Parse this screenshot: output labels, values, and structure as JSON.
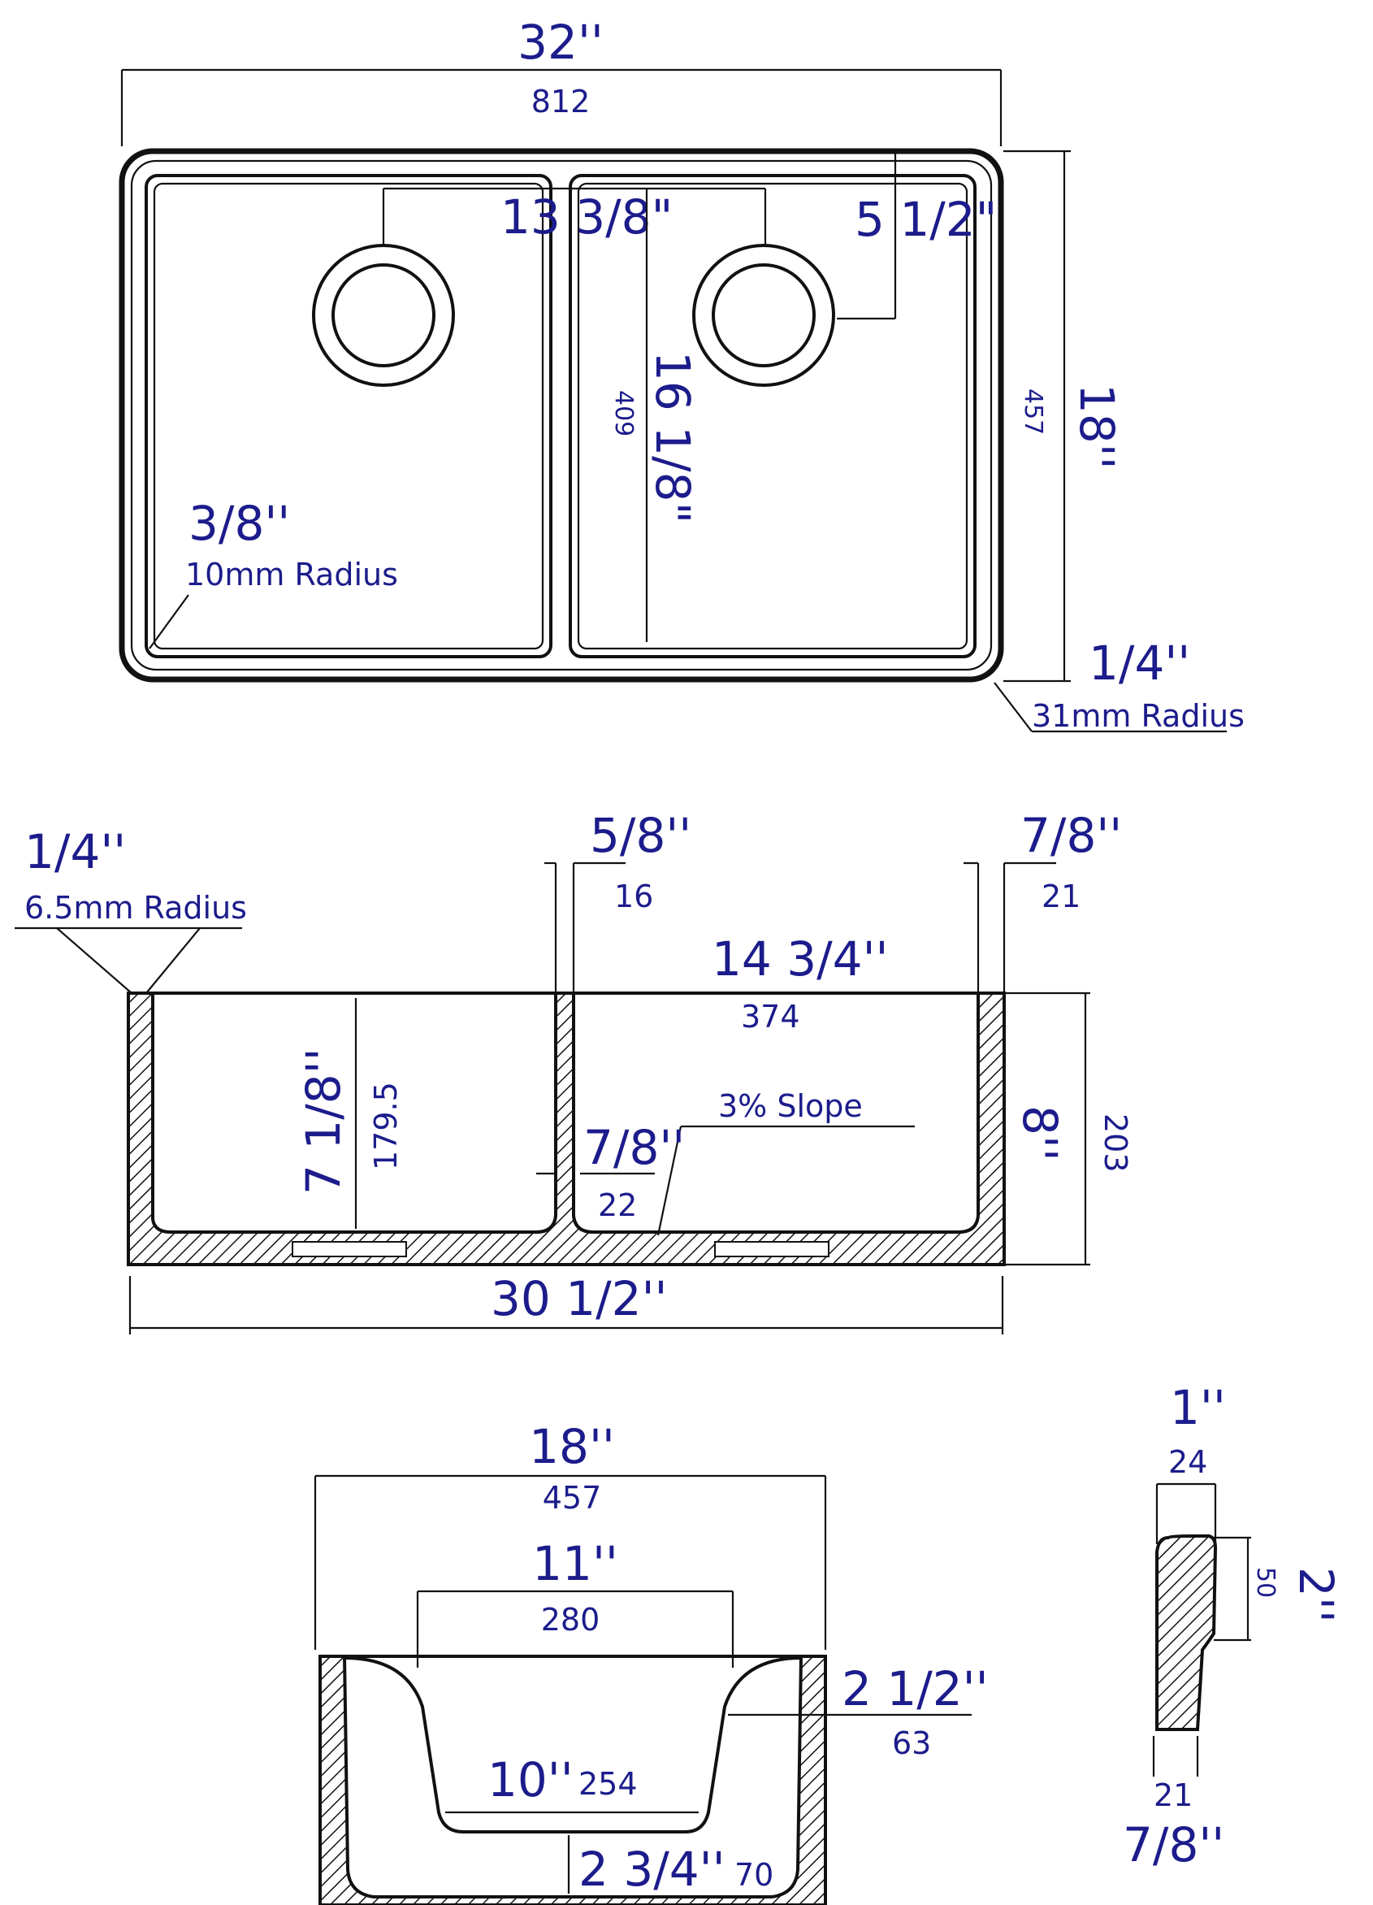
{
  "top_view": {
    "overall_width_in": "32''",
    "overall_width_mm": "812",
    "drain_spacing": "13 3/8\"",
    "drain_offset": "5 1/2\"",
    "basin_depth_in": "16 1/8\"",
    "basin_depth_mm": "409",
    "overall_depth_in": "18''",
    "overall_depth_mm": "457",
    "inner_radius_in": "3/8''",
    "inner_radius_mm": "10mm Radius",
    "outer_radius_in": "1/4''",
    "outer_radius_mm": "31mm Radius"
  },
  "front_section": {
    "top_radius_in": "1/4''",
    "top_radius_mm": "6.5mm Radius",
    "divider_in": "5/8''",
    "divider_mm": "16",
    "side_wall_in": "7/8''",
    "side_wall_mm": "21",
    "basin_width_in": "14 3/4''",
    "basin_width_mm": "374",
    "basin_height_in": "7 1/8''",
    "basin_height_mm": "179.5",
    "slope_label": "3% Slope",
    "bottom_thickness_in": "7/8''",
    "bottom_thickness_mm": "22",
    "overall_height_in": "8''",
    "overall_height_mm": "203",
    "overall_width_in": "30 1/2''"
  },
  "side_section": {
    "overall_in": "18''",
    "overall_mm": "457",
    "top_opening_in": "11''",
    "top_opening_mm": "280",
    "side_offset_in": "2 1/2''",
    "side_offset_mm": "63",
    "bottom_width_in": "10''",
    "bottom_width_mm": "254",
    "bottom_height_in": "2 3/4''",
    "bottom_height_mm": "70"
  },
  "rim_detail": {
    "top_in": "1''",
    "top_mm": "24",
    "height_in": "2''",
    "height_mm": "50",
    "bottom_mm": "21",
    "bottom_in": "7/8''"
  }
}
